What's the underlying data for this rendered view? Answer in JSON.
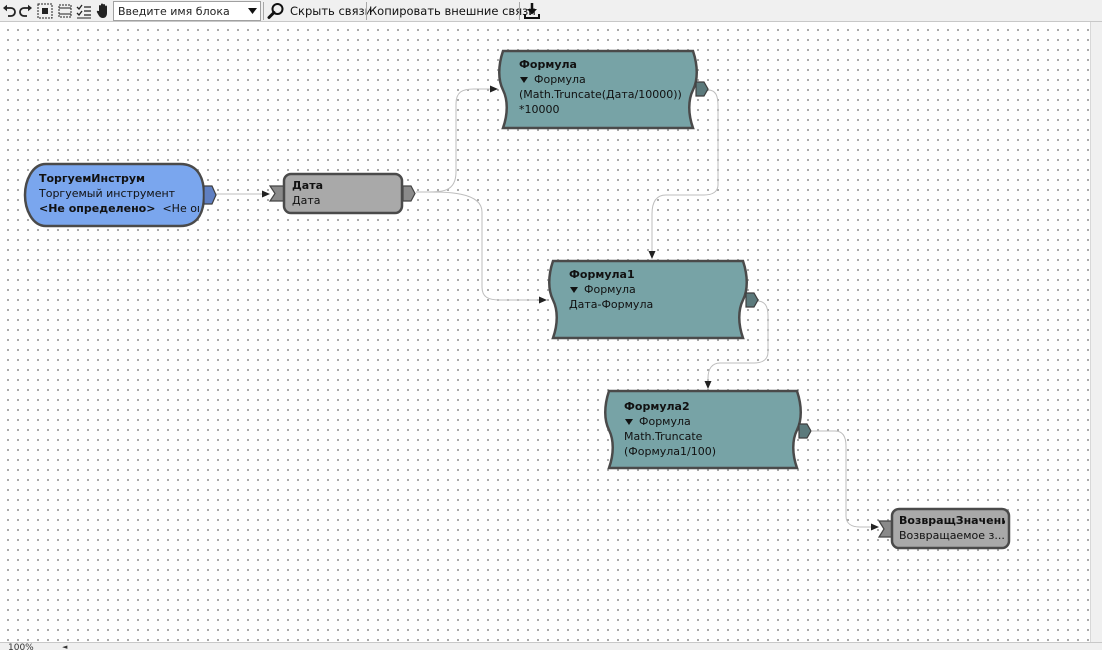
{
  "toolbar": {
    "buttons": [
      {
        "id": "undo",
        "icon": "undo-arrow-icon"
      },
      {
        "id": "redo",
        "icon": "redo-arrow-icon"
      },
      {
        "id": "fit",
        "icon": "fit-to-view-icon"
      },
      {
        "id": "select-area",
        "icon": "select-area-icon"
      },
      {
        "id": "checklist",
        "icon": "checklist-icon"
      },
      {
        "id": "pan",
        "icon": "hand-icon"
      }
    ],
    "block_name_placeholder": "Введите имя блока",
    "hide_links_label": "Скрыть связи",
    "copy_external_links_label": "Копировать внешние связи",
    "search_icon": "magnifier-icon",
    "download_icon": "download-icon"
  },
  "blocks": {
    "instrument": {
      "title": "ТоргуемИнструм",
      "subtitle": "Торгуемый инструмент",
      "value_label": "<Не определено>",
      "value_rest": "<Не опр",
      "color": "#7aa6ee"
    },
    "date": {
      "title": "Дата",
      "subtitle": "Дата",
      "color": "#a9a9a9"
    },
    "formula": {
      "title": "Формула",
      "type": "Формула",
      "line1": "(Math.Truncate(Дата/10000))",
      "line2": "*10000",
      "color": "#77a3a6"
    },
    "formula1": {
      "title": "Формула1",
      "type": "Формула",
      "line1": "Дата-Формула",
      "color": "#77a3a6"
    },
    "formula2": {
      "title": "Формула2",
      "type": "Формула",
      "line1": "Math.Truncate",
      "line2": "(Формула1/100)",
      "color": "#77a3a6"
    },
    "return": {
      "title": "ВозвращЗначени",
      "subtitle": "Возвращаемое з...",
      "color": "#a9a9a9"
    }
  },
  "status": {
    "zoom": "100%"
  }
}
